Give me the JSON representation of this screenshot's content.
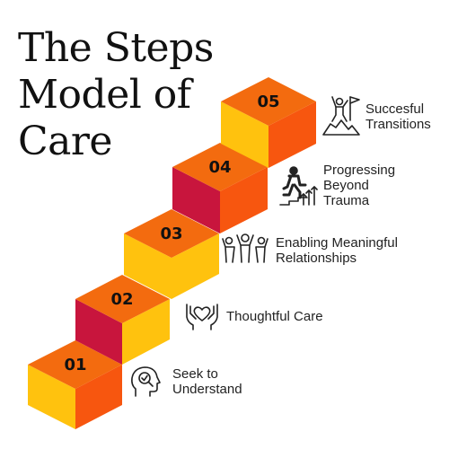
{
  "title": {
    "line1": "The Steps",
    "line2": "Model of",
    "line3": "Care"
  },
  "colors": {
    "top": "#F36B0F",
    "left": "#FFC20E",
    "left_alt": "#C8153D",
    "right": "#F7560F",
    "text": "#111111"
  },
  "steps": [
    {
      "number": "01",
      "label_lines": [
        "Seek to",
        "Understand"
      ],
      "icon": "head-search-icon",
      "left_color": "#FFC20E"
    },
    {
      "number": "02",
      "label_lines": [
        "Thoughtful Care"
      ],
      "icon": "heart-hands-icon",
      "left_color": "#C8153D"
    },
    {
      "number": "03",
      "label_lines": [
        "Enabling Meaningful",
        "Relationships"
      ],
      "icon": "group-people-icon",
      "left_color": "#FFC20E"
    },
    {
      "number": "04",
      "label_lines": [
        "Progressing",
        "Beyond",
        "Trauma"
      ],
      "icon": "person-climbing-icon",
      "left_color": "#C8153D"
    },
    {
      "number": "05",
      "label_lines": [
        "Succesful",
        "Transitions"
      ],
      "icon": "summit-flag-icon",
      "left_color": "#FFC20E"
    }
  ]
}
